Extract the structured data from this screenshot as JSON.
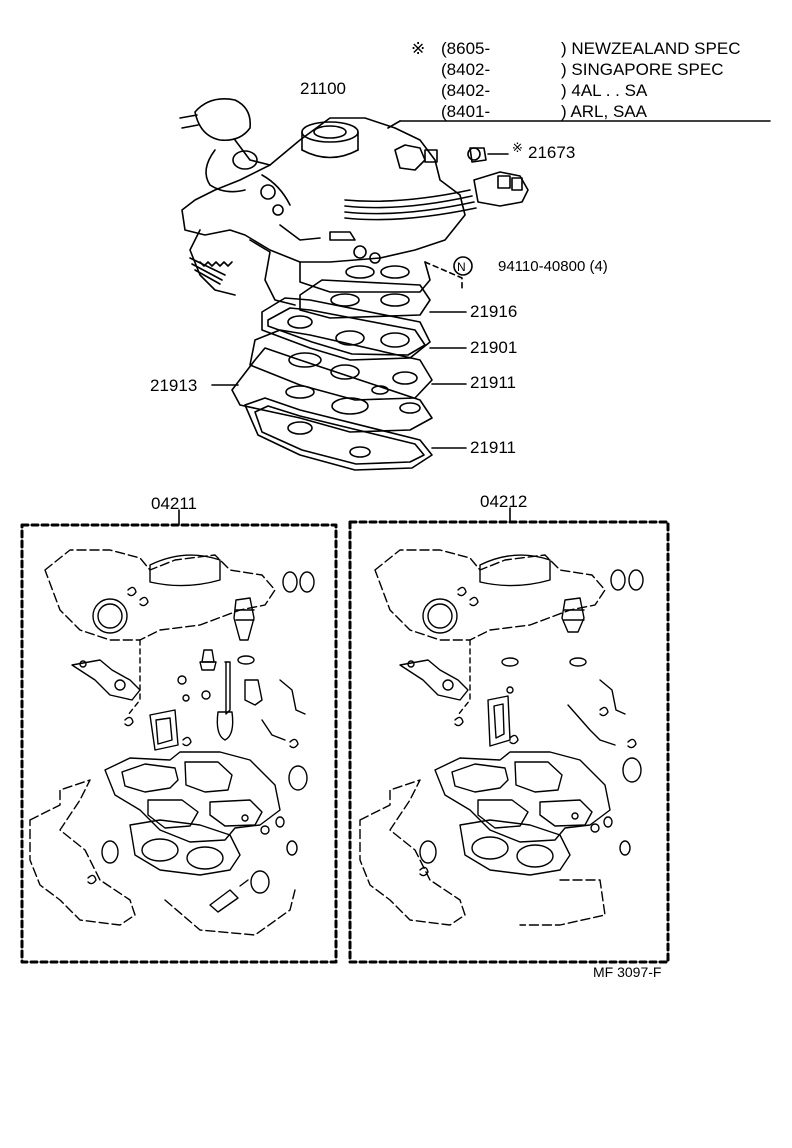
{
  "spec_notes": [
    {
      "mark": "※",
      "code": "(8605-",
      "desc": ") NEWZEALAND SPEC"
    },
    {
      "mark": "",
      "code": "(8402-",
      "desc": ") SINGAPORE SPEC"
    },
    {
      "mark": "",
      "code": "(8402-",
      "desc": ") 4AL . . SA"
    },
    {
      "mark": "",
      "code": "(8401-",
      "desc": ") ARL, SAA"
    }
  ],
  "callouts": {
    "carburetor": "21100",
    "part_21673": "21673",
    "part_21673_mark": "※",
    "bolt_symbol": "N",
    "bolt": "94110-40800 (4)",
    "gasket_21916": "21916",
    "gasket_21901": "21901",
    "gasket_21913": "21913",
    "gasket_21911_upper": "21911",
    "gasket_21911_lower": "21911",
    "kit_left": "04211",
    "kit_right": "04212"
  },
  "ref_code": "MF 3097-F"
}
